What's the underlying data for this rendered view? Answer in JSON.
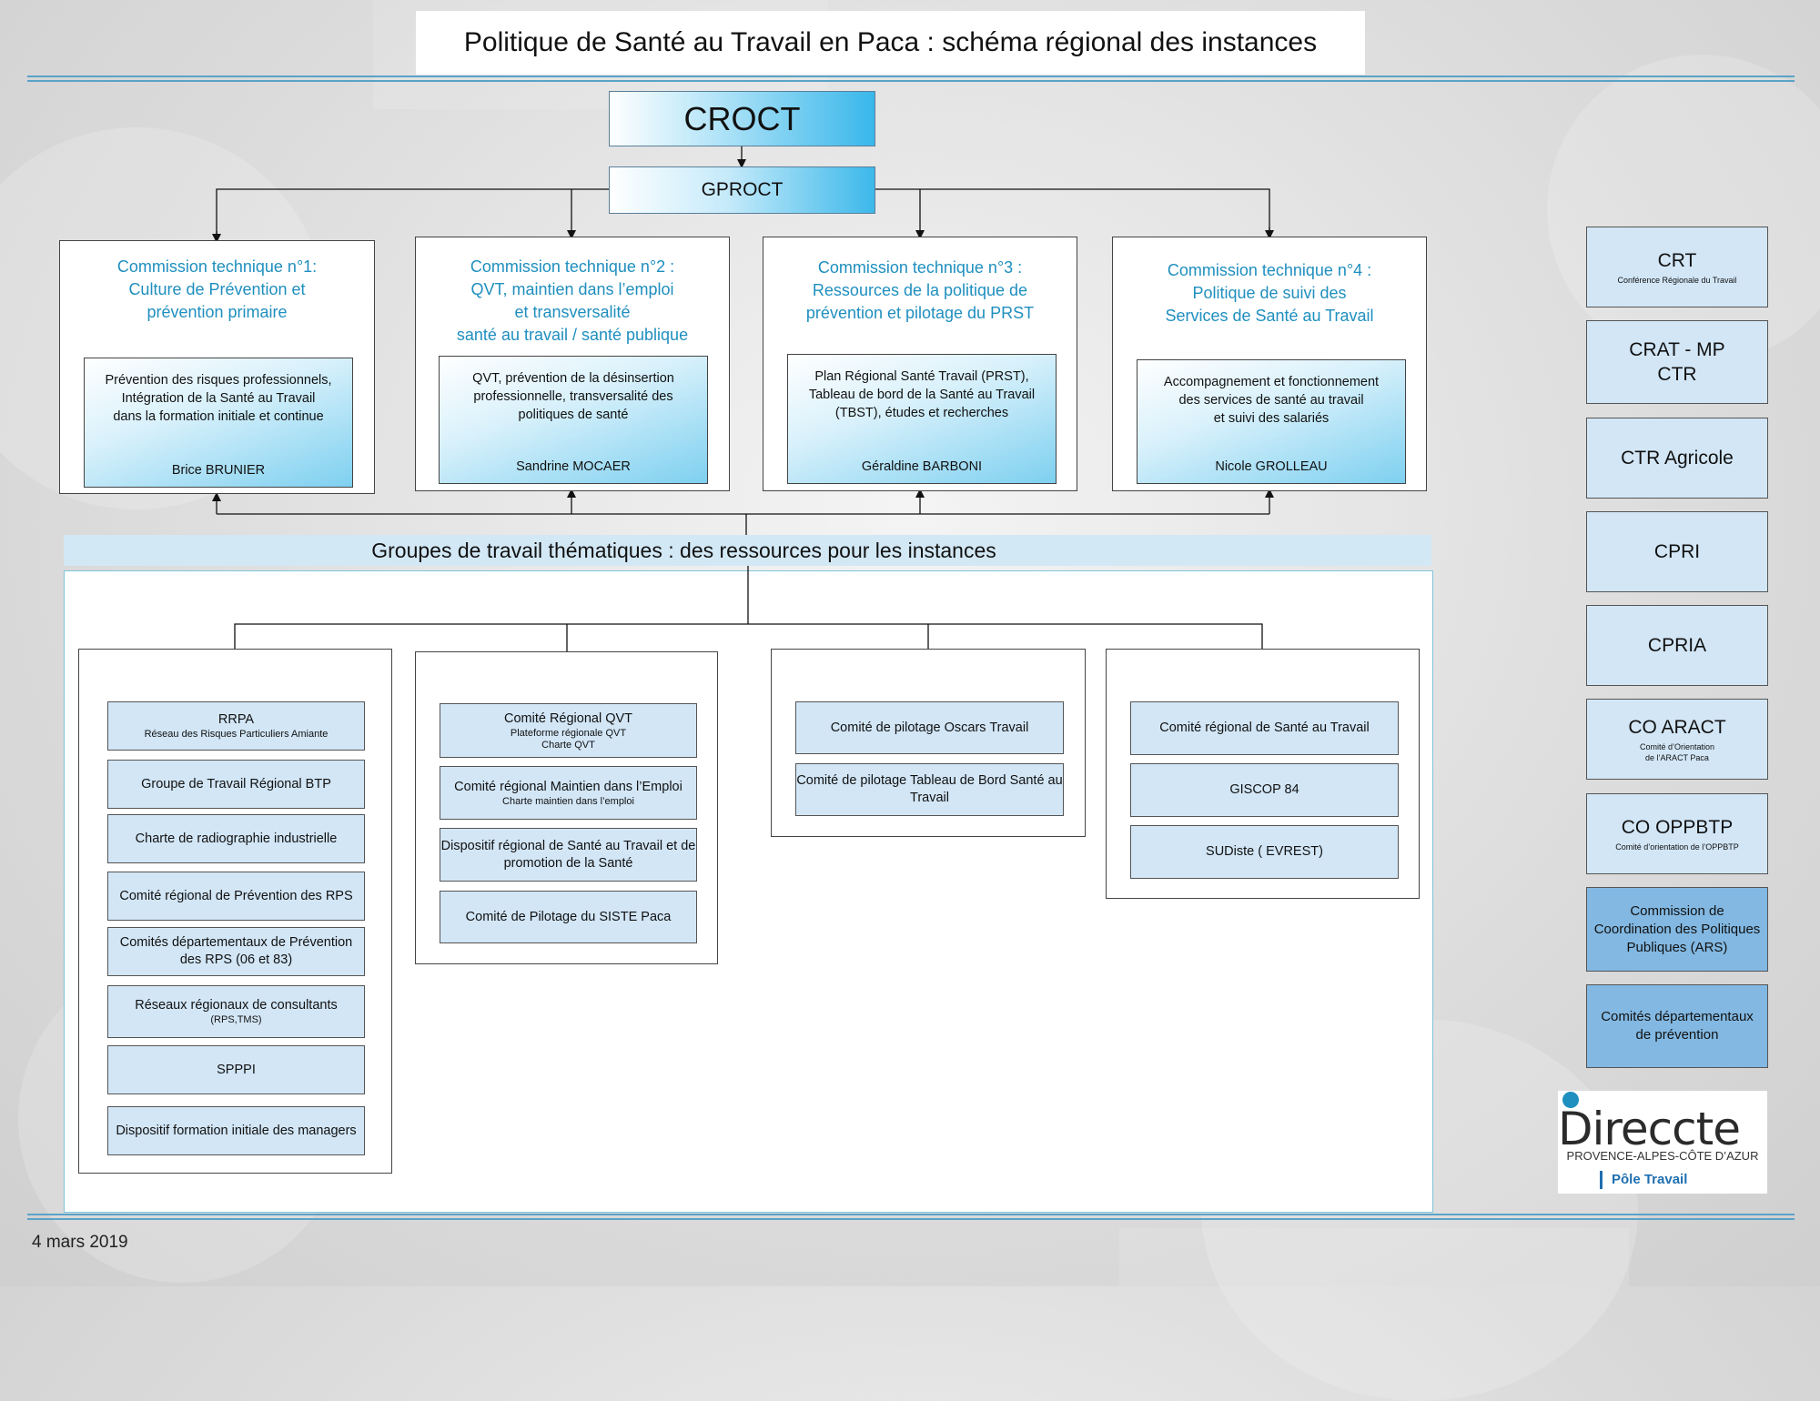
{
  "title": "Politique de Santé au Travail en Paca : schéma régional des instances",
  "top": {
    "croct": "CROCT",
    "gproct": "GPROCT"
  },
  "commissions": [
    {
      "title": "Commission technique n°1:\nCulture de Prévention et\nprévention primaire",
      "desc": "Prévention des risques professionnels,\nIntégration de la Santé au Travail\ndans la formation initiale et continue",
      "person": "Brice BRUNIER"
    },
    {
      "title": "Commission technique n°2 :\nQVT, maintien dans l’emploi\net transversalité\nsanté au travail / santé publique",
      "desc": "QVT, prévention de la désinsertion\nprofessionnelle, transversalité des\npolitiques de santé",
      "person": "Sandrine MOCAER"
    },
    {
      "title": "Commission technique n°3 :\nRessources de la politique de\nprévention et pilotage du PRST",
      "desc": "Plan Régional Santé Travail (PRST),\nTableau de bord de la Santé au Travail\n(TBST), études et recherches",
      "person": "Géraldine BARBONI"
    },
    {
      "title": "Commission technique n°4 :\nPolitique de suivi des\nServices de Santé au Travail",
      "desc": "Accompagnement et fonctionnement\ndes services de santé au travail\net suivi des salariés",
      "person": "Nicole GROLLEAU"
    }
  ],
  "groupes_title": "Groupes de travail thématiques : des ressources pour les instances",
  "groupes": [
    {
      "items": [
        {
          "main": "RRPA",
          "sub": "Réseau des Risques Particuliers Amiante"
        },
        {
          "main": "Groupe de Travail Régional BTP"
        },
        {
          "main": "Charte de radiographie industrielle"
        },
        {
          "main": "Comité régional de Prévention des RPS"
        },
        {
          "main": "Comités départementaux de Prévention des RPS (06 et 83)"
        },
        {
          "main": "Réseaux régionaux de consultants",
          "sub": "(RPS,TMS)"
        },
        {
          "main": "SPPPI"
        },
        {
          "main": "Dispositif formation initiale des managers"
        }
      ]
    },
    {
      "items": [
        {
          "main": "Comité Régional QVT",
          "sub": "Plateforme régionale QVT",
          "sub2": "Charte QVT"
        },
        {
          "main": "Comité régional Maintien dans l’Emploi",
          "sub": "Charte maintien dans l’emploi"
        },
        {
          "main": "Dispositif régional de Santé au Travail et de promotion de la Santé"
        },
        {
          "main": "Comité de Pilotage du SISTE Paca"
        }
      ]
    },
    {
      "items": [
        {
          "main": "Comité de pilotage Oscars Travail"
        },
        {
          "main": "Comité de pilotage Tableau de Bord Santé au Travail"
        }
      ]
    },
    {
      "items": [
        {
          "main": "Comité régional de Santé au Travail"
        },
        {
          "main": "GISCOP 84"
        },
        {
          "main": "SUDiste ( EVREST)"
        }
      ]
    }
  ],
  "sidebar": [
    {
      "main": "CRT",
      "sub": "Conférence Régionale du Travail"
    },
    {
      "main": "CRAT - MP\nCTR"
    },
    {
      "main": "CTR Agricole"
    },
    {
      "main": "CPRI"
    },
    {
      "main": "CPRIA"
    },
    {
      "main": "CO ARACT",
      "sub": "Comité d’Orientation\nde l’ARACT Paca"
    },
    {
      "main": "CO OPPBTP",
      "sub": "Comité d’orientation de l’OPPBTP"
    },
    {
      "main": "Commission de\nCoordination des Politiques\nPubliques (ARS)"
    },
    {
      "main": "Comités départementaux\nde prévention"
    }
  ],
  "logo": {
    "word": "Direccte",
    "region": "PROVENCE-ALPES-CÔTE D’AZUR",
    "pole": "Pôle Travail"
  },
  "footer": {
    "date": "4 mars 2019"
  },
  "colors": {
    "accent": "#1f8fbf",
    "box_fill": "#d2e6f6",
    "dark_box_fill": "#82b8e2"
  }
}
